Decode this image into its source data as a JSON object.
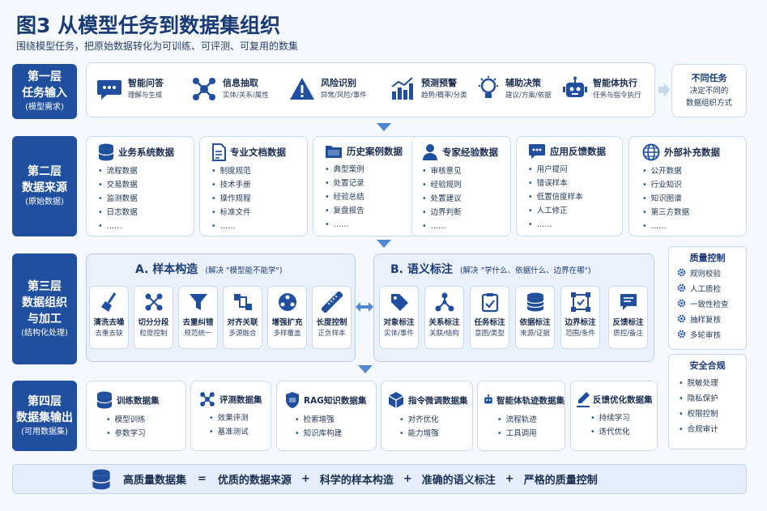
{
  "title": "图3 从模型任务到数据集组织",
  "subtitle": "围绕模型任务，把原始数据转化为可训练、可评测、可复用的数集",
  "layers": [
    {
      "title1": "第一层",
      "title2": "任务输入",
      "sub": "(模型需求)"
    },
    {
      "title1": "第二层",
      "title2": "数据来源",
      "sub": "(原始数据)"
    },
    {
      "title1": "第三层",
      "title2": "数据组织",
      "title3": "与加工",
      "sub": "(结构化处理)"
    },
    {
      "title1": "第四层",
      "title2": "数据集输出",
      "sub": "(可用数据集)"
    }
  ],
  "tasks": [
    {
      "title": "智能问答",
      "sub": "理解与生成",
      "icon": "chat-icon"
    },
    {
      "title": "信息抽取",
      "sub": "实体/关系/属性",
      "icon": "network-icon"
    },
    {
      "title": "风险识别",
      "sub": "异常/风险/事件",
      "icon": "warning-icon"
    },
    {
      "title": "预测预警",
      "sub": "趋势/概率/分类",
      "icon": "bar-chart-icon"
    },
    {
      "title": "辅助决策",
      "sub": "建议/方案/依据",
      "icon": "lightbulb-icon"
    },
    {
      "title": "智能体执行",
      "sub": "任务与指令执行",
      "icon": "robot-icon"
    }
  ],
  "task_note": {
    "title": "不同任务",
    "line1": "决定不同的",
    "line2": "数据组织方式"
  },
  "sources": [
    {
      "title": "业务系统数据",
      "icon": "database-icon",
      "items": [
        "流程数据",
        "交易数据",
        "监测数据",
        "日志数据",
        "……"
      ]
    },
    {
      "title": "专业文档数据",
      "icon": "document-icon",
      "items": [
        "制度规范",
        "技术手册",
        "操作规程",
        "标准文件",
        "……"
      ]
    },
    {
      "title": "历史案例数据",
      "icon": "folder-icon",
      "items": [
        "典型案例",
        "处置记录",
        "经验总结",
        "复盘报告",
        "……"
      ]
    },
    {
      "title": "专家经验数据",
      "icon": "expert-icon",
      "items": [
        "审核意见",
        "经验规则",
        "处置建议",
        "边界判断",
        "……"
      ]
    },
    {
      "title": "应用反馈数据",
      "icon": "feedback-icon",
      "items": [
        "用户提问",
        "错误样本",
        "低置信度样本",
        "人工修正",
        "……"
      ]
    },
    {
      "title": "外部补充数据",
      "icon": "globe-icon",
      "items": [
        "公开数据",
        "行业知识",
        "知识图谱",
        "第三方数据",
        "……"
      ]
    }
  ],
  "section_a": {
    "title": "A. 样本构造",
    "note": "(解决 \"模型能不能学\")"
  },
  "section_b": {
    "title": "B. 语义标注",
    "note": "(解决 \"学什么、依据什么、边界在哪\")"
  },
  "a_steps": [
    {
      "title": "清洗去噪",
      "sub": "去重去缺",
      "icon": "broom-icon"
    },
    {
      "title": "切分分段",
      "sub": "粒度控制",
      "icon": "split-icon"
    },
    {
      "title": "去重纠错",
      "sub": "规范统一",
      "icon": "funnel-icon"
    },
    {
      "title": "对齐关联",
      "sub": "多源融合",
      "icon": "link-icon"
    },
    {
      "title": "增强扩充",
      "sub": "多样覆盖",
      "icon": "expand-icon"
    },
    {
      "title": "长度控制",
      "sub": "正负样本",
      "icon": "ruler-icon"
    }
  ],
  "b_steps": [
    {
      "title": "对象标注",
      "sub": "实体/事件",
      "icon": "tag-icon"
    },
    {
      "title": "关系标注",
      "sub": "关联/结构",
      "icon": "relation-icon"
    },
    {
      "title": "任务标注",
      "sub": "意图/类型",
      "icon": "clipboard-icon"
    },
    {
      "title": "依据标注",
      "sub": "来源/证据",
      "icon": "stack-icon"
    },
    {
      "title": "边界标注",
      "sub": "范围/条件",
      "icon": "boundary-icon"
    },
    {
      "title": "反馈标注",
      "sub": "质控/备注",
      "icon": "comment-icon"
    }
  ],
  "quality": {
    "title": "质量控制",
    "items": [
      "规则校验",
      "人工质检",
      "一致性检查",
      "抽样复核",
      "多轮审核"
    ]
  },
  "security": {
    "title": "安全合规",
    "items": [
      "脱敏处理",
      "隐私保护",
      "权限控制",
      "合规审计"
    ]
  },
  "outputs": [
    {
      "title": "训练数据集",
      "icon": "database-icon",
      "items": [
        "模型训练",
        "参数学习"
      ]
    },
    {
      "title": "评测数据集",
      "icon": "network-icon",
      "items": [
        "效果评测",
        "基准测试"
      ]
    },
    {
      "title": "RAG知识数据集",
      "icon": "shield-icon",
      "items": [
        "检索增强",
        "知识库构建"
      ]
    },
    {
      "title": "指令微调数据集",
      "icon": "cube-icon",
      "items": [
        "对齐优化",
        "能力增强"
      ]
    },
    {
      "title": "智能体轨迹数据集",
      "icon": "robot-icon",
      "items": [
        "流程轨迹",
        "工具调用"
      ]
    },
    {
      "title": "反馈优化数据集",
      "icon": "pencil-icon",
      "items": [
        "持续学习",
        "迭代优化"
      ]
    }
  ],
  "formula": {
    "parts": [
      "高质量数据集",
      "=",
      "优质的数据来源",
      "+",
      "科学的样本构造",
      "+",
      "准确的语义标注",
      "+",
      "严格的质量控制"
    ]
  },
  "colors": {
    "primary": "#1f4f9e",
    "accent": "#4f87d4",
    "light": "#eaf1fb"
  }
}
